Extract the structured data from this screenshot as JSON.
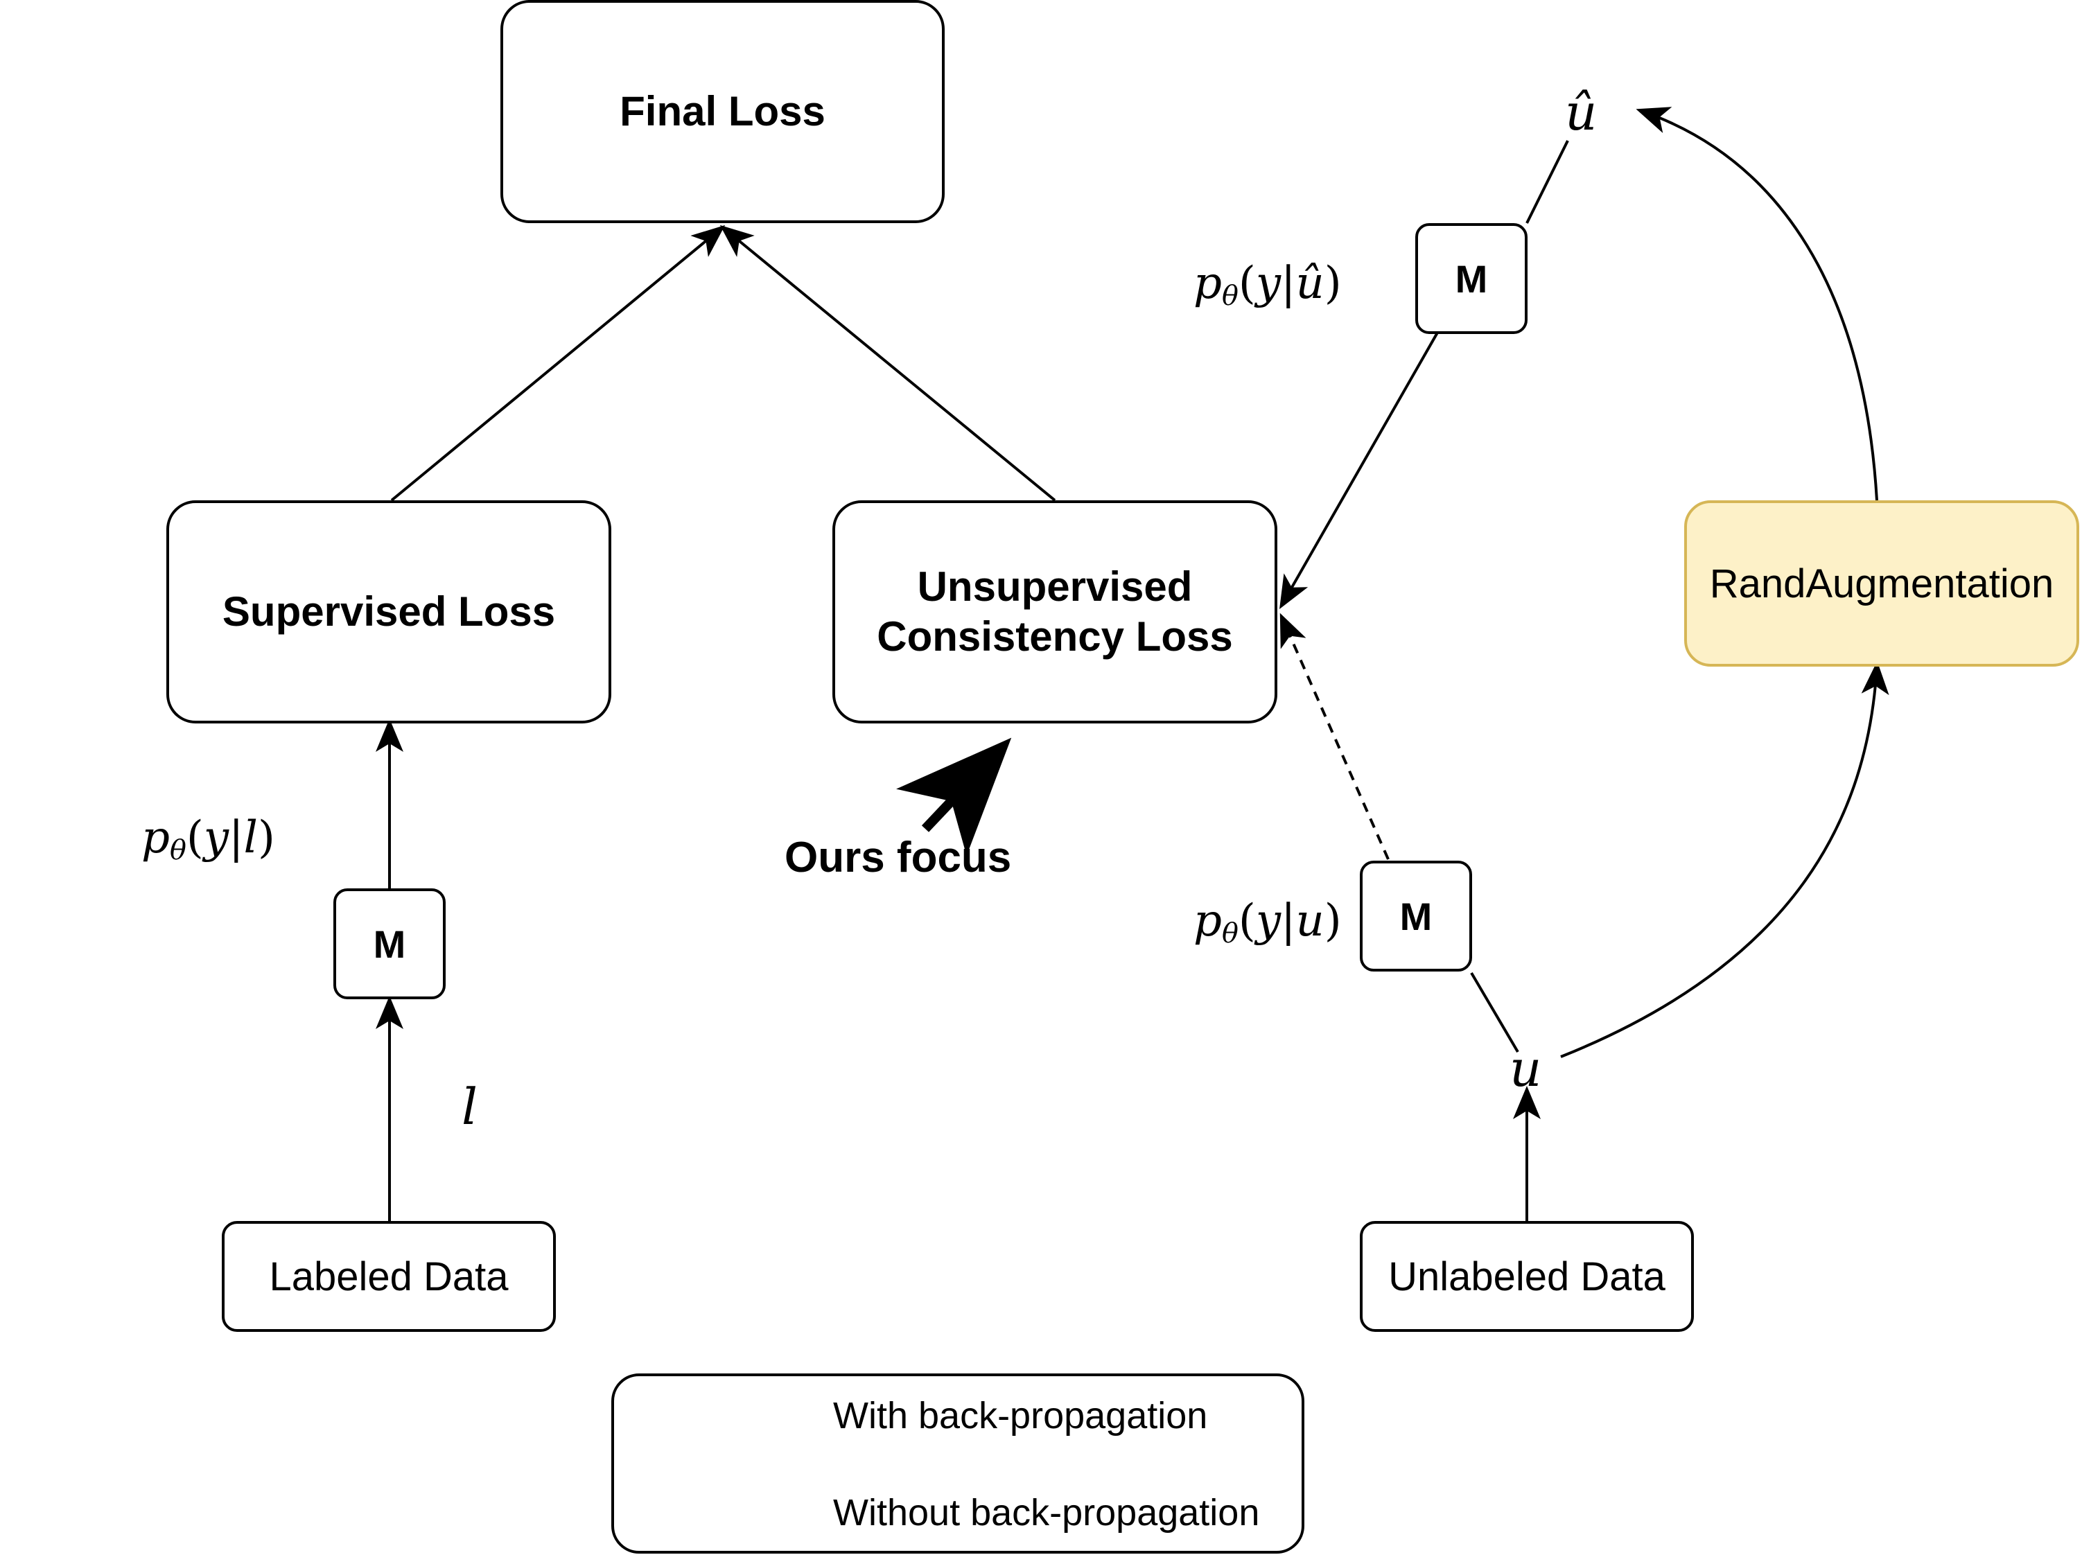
{
  "nodes": {
    "final_loss": "Final Loss",
    "supervised_loss": "Supervised Loss",
    "unsupervised_loss_line1": "Unsupervised",
    "unsupervised_loss_line2": "Consistency Loss",
    "model_label": "M",
    "labeled_data": "Labeled Data",
    "unlabeled_data": "Unlabeled Data",
    "rand_augmentation": "RandAugmentation"
  },
  "math_labels": {
    "p_symbol": "p",
    "theta": "θ",
    "y": "y",
    "l": "l",
    "u": "u",
    "u_hat": "û"
  },
  "annotation": {
    "focus_text": "Ours focus"
  },
  "legend": {
    "solid_label": "With back-propagation",
    "dashed_label": "Without back-propagation"
  },
  "colors": {
    "stroke": "#000000",
    "rand_fill": "#fdf1c8",
    "rand_border": "#d6b656"
  }
}
